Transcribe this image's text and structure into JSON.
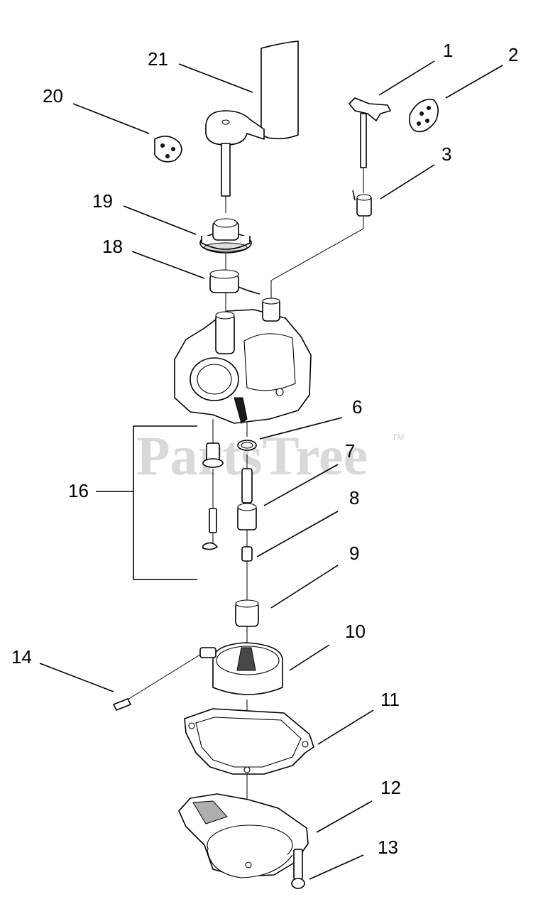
{
  "watermark": {
    "text": "PartsTree",
    "mark": "TM"
  },
  "callouts": {
    "c1": "1",
    "c2": "2",
    "c3": "3",
    "c6": "6",
    "c7": "7",
    "c8": "8",
    "c9": "9",
    "c10": "10",
    "c11": "11",
    "c12": "12",
    "c13": "13",
    "c14": "14",
    "c16": "16",
    "c18": "18",
    "c19": "19",
    "c20": "20",
    "c21": "21"
  }
}
